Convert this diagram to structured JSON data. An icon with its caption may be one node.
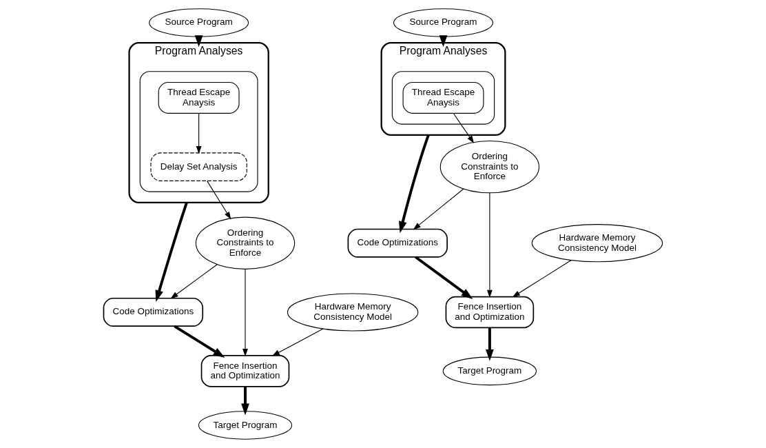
{
  "diagram": {
    "nodes": [
      {
        "text": [
          "Source Program"
        ]
      },
      {
        "text": [
          "Program Analyses"
        ]
      },
      {
        "text": [],
        "shape": "box",
        "in": 1
      },
      {
        "text": [
          "Thread Escape Anaysis"
        ],
        "in": 2
      },
      {
        "text": [
          "Delay Set Analysis"
        ],
        "in": 2
      },
      {
        "text": [
          "Code Optimizations"
        ]
      },
      {
        "text": [
          "Ordering Constraints to Enforce"
        ]
      },
      {
        "text": [
          "Fence Insertion and Optimization"
        ]
      },
      {
        "text": [
          "Hardware Memory Consistency Model"
        ]
      },
      {
        "text": [
          "Target Program"
        ]
      },
      {
        "text": [
          "Source Program"
        ]
      },
      {
        "text": [
          "Program Analyses"
        ]
      },
      {
        "text": [],
        "shape": "box",
        "in": 11
      },
      {
        "text": [
          "Thread Escape Anaysis"
        ],
        "in": 12
      },
      {
        "text": [
          "Code Optimizations"
        ]
      },
      {
        "text": [
          "Ordering Constraints to Enforce"
        ]
      },
      {
        "text": [
          "Fence Insertion and Optimization"
        ]
      },
      {
        "text": [
          "Hardware Memory Consistency Model"
        ]
      },
      {
        "text": [
          "Target Program"
        ]
      }
    ],
    "edges": [
      {
        "from": 0,
        "to": 1,
        "arrow": "to",
        "style": "thick"
      },
      {
        "from": 3,
        "to": 4,
        "arrow": "to"
      },
      {
        "from": 4,
        "to": 6,
        "arrow": "to"
      },
      {
        "from": 1,
        "to": 5,
        "arrow": "to",
        "style": "thick"
      },
      {
        "from": 6,
        "to": 5,
        "arrow": "to"
      },
      {
        "from": 6,
        "to": 7,
        "arrow": "to"
      },
      {
        "from": 5,
        "to": 7,
        "arrow": "to",
        "style": "thick"
      },
      {
        "from": 8,
        "to": 7,
        "arrow": "to"
      },
      {
        "from": 7,
        "to": 9,
        "arrow": "to",
        "style": "thick"
      },
      {
        "from": 10,
        "to": 11,
        "arrow": "to",
        "style": "thick"
      },
      {
        "from": 13,
        "to": 15,
        "arrow": "to"
      },
      {
        "from": 11,
        "to": 14,
        "arrow": "to",
        "style": "thick"
      },
      {
        "from": 15,
        "to": 14,
        "arrow": "to"
      },
      {
        "from": 15,
        "to": 16,
        "arrow": "to"
      },
      {
        "from": 14,
        "to": 16,
        "arrow": "to",
        "style": "thick"
      },
      {
        "from": 17,
        "to": 16,
        "arrow": "to"
      },
      {
        "from": 16,
        "to": 18,
        "arrow": "to",
        "style": "thick"
      }
    ]
  }
}
